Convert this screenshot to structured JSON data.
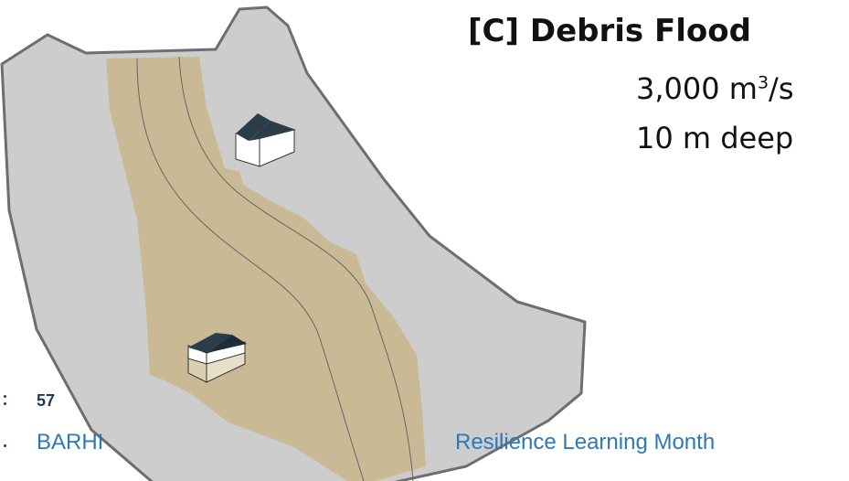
{
  "title": "[C] Debris Flood",
  "flow_value": "3,000 m",
  "flow_exponent": "3",
  "flow_unit": "/s",
  "depth": "10 m deep",
  "page_number": "57",
  "footer_left": "BARHI",
  "footer_right": "Resilience Learning Month",
  "colors": {
    "terrain": "#cdcdcd",
    "terrain_outline": "#6e6e6e",
    "flood": "#c9ba95",
    "roof": "#2c3d4a",
    "footer_text": "#2f78b7",
    "page_number": "#1b3a5c"
  }
}
